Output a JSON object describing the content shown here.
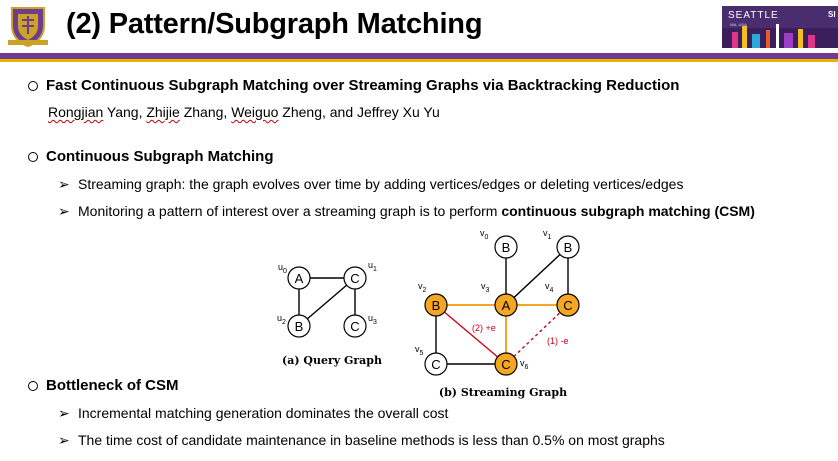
{
  "header": {
    "title": "(2) Pattern/Subgraph Matching",
    "badge_text": "SEATTLE",
    "badge_sub": "WA, USA",
    "badge_right": "SI"
  },
  "paper": {
    "title": "Fast Continuous Subgraph Matching over Streaming Graphs via Backtracking Reduction",
    "authors": [
      "Rongjian",
      "Yang, ",
      "Zhijie",
      "Zhang, ",
      "Weiguo",
      "Zheng, and Jeffrey Xu Yu"
    ]
  },
  "section1": {
    "heading": "Continuous Subgraph Matching",
    "points": [
      {
        "text": "Streaming graph: the graph evolves over time by adding vertices/edges or deleting vertices/edges",
        "bold": ""
      },
      {
        "text": "Monitoring a pattern of interest over a streaming graph is to perform ",
        "bold": "continuous subgraph matching (CSM)"
      }
    ]
  },
  "section2": {
    "heading": "Bottleneck of CSM",
    "points": [
      "Incremental matching generation dominates the overall cost",
      "The time cost of candidate maintenance in baseline methods is less than 0.5% on most graphs"
    ]
  },
  "query_graph": {
    "caption": "(a) Query Graph",
    "nodes": [
      {
        "id": "u0",
        "label": "A",
        "sub": "0"
      },
      {
        "id": "u1",
        "label": "C",
        "sub": "1"
      },
      {
        "id": "u2",
        "label": "B",
        "sub": "2"
      },
      {
        "id": "u3",
        "label": "C",
        "sub": "3"
      }
    ],
    "var": "u"
  },
  "streaming_graph": {
    "caption": "(b) Streaming Graph",
    "var": "v",
    "nodes": [
      {
        "id": "v0",
        "label": "B",
        "sub": "0"
      },
      {
        "id": "v1",
        "label": "B",
        "sub": "1"
      },
      {
        "id": "v2",
        "label": "B",
        "sub": "2"
      },
      {
        "id": "v3",
        "label": "A",
        "sub": "3"
      },
      {
        "id": "v4",
        "label": "C",
        "sub": "4"
      },
      {
        "id": "v5",
        "label": "C",
        "sub": "5"
      },
      {
        "id": "v6",
        "label": "C",
        "sub": "6"
      }
    ],
    "edge_labels": {
      "add": "(2) +e",
      "del": "(1) -e"
    }
  },
  "colors": {
    "purple": "#6e3c8c",
    "gold": "#e8b400",
    "node_highlight": "#f5a623",
    "edge_highlight": "#f5a623",
    "edge_add": "#d0021b",
    "edge_del": "#d0021b"
  }
}
